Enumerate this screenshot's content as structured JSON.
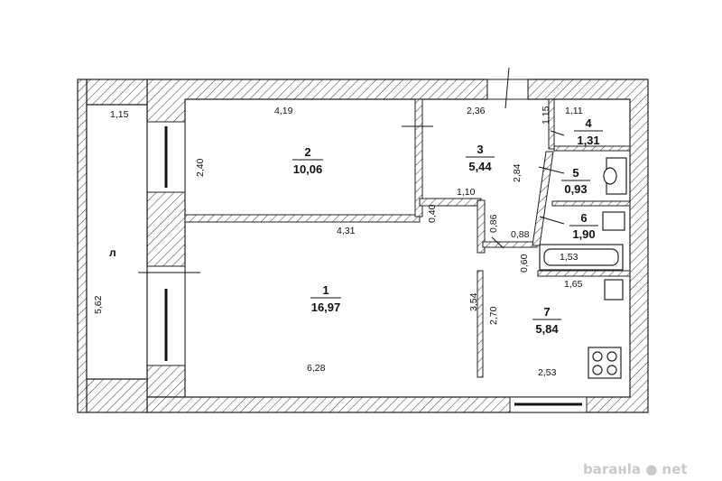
{
  "rooms": [
    {
      "num": "1",
      "area": "16,97"
    },
    {
      "num": "2",
      "area": "10,06"
    },
    {
      "num": "3",
      "area": "5,44"
    },
    {
      "num": "4",
      "area": "1,31"
    },
    {
      "num": "5",
      "area": "0,93"
    },
    {
      "num": "6",
      "area": "1,90"
    },
    {
      "num": "7",
      "area": "5,84"
    }
  ],
  "dims": {
    "balcony_width": "1,15",
    "balcony_length": "5,62",
    "balcony_letter": "л",
    "r2_width": "4,19",
    "r2_depth": "2,40",
    "r1_top": "4,31",
    "r1_bottom": "6,28",
    "r1_side": "3,54",
    "step_depth": "0,40",
    "step_width": "1,10",
    "hall_width": "2,36",
    "hall_len": "2,84",
    "closet_depth": "1,15",
    "closet_width": "1,11",
    "passage": "0,86",
    "bath_door": "0,88",
    "tub": "1,53",
    "bath_depth": "0,60",
    "kitchen_top": "1,65",
    "kitchen_side": "2,70",
    "kitchen_bottom": "2,53"
  },
  "watermark": "baraнla ● net"
}
